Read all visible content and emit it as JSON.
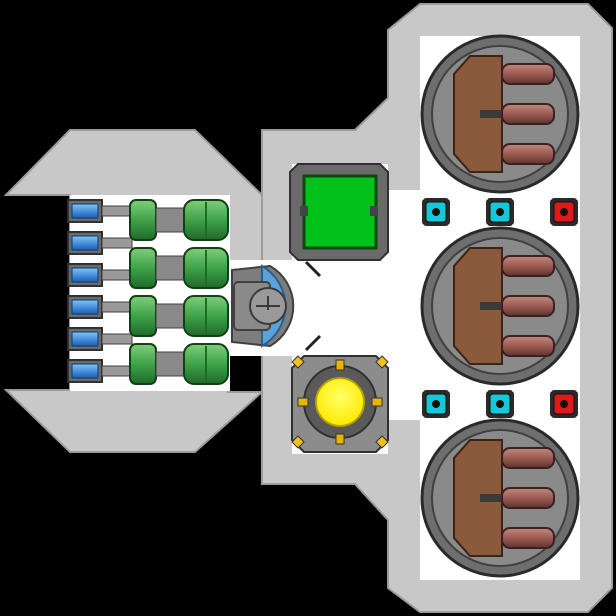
{
  "scene": {
    "kind": "ship-module-schematic",
    "background": "#000000",
    "hull_color": "#c8c8c8",
    "hull_outline": "#9a9a9a",
    "floor_color": "#ffffff"
  },
  "fuel_bank": {
    "label": "",
    "cells": 6,
    "cell_color": "#2b7fd6",
    "tank_color": "#3fa24a"
  },
  "core": {
    "label": "",
    "color": "#5aa3d8"
  },
  "shield_panel": {
    "label": "",
    "color": "#00c21a"
  },
  "reactor": {
    "label": "",
    "color": "#ffff00",
    "accent": "#e8b400"
  },
  "turrets": {
    "count": 3,
    "barrel_color": "#9c5a52",
    "housing_color": "#8b5a3c"
  },
  "indicators": {
    "rows": [
      [
        "cyan",
        "cyan",
        "red"
      ],
      [
        "cyan",
        "cyan",
        "red"
      ]
    ],
    "colors": {
      "cyan": "#18c8d8",
      "red": "#e01818"
    }
  }
}
